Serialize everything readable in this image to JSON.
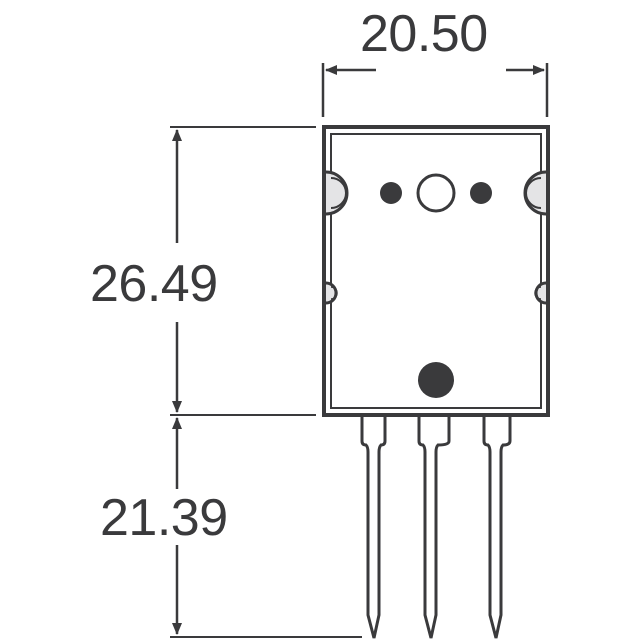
{
  "drawing": {
    "type": "package outline drawing",
    "units": "mm",
    "stroke_color": "#3a3a3c",
    "tab_fill_color": "#e4e4e6",
    "background_color": "#ffffff",
    "lead_count": 3
  },
  "dimensions": {
    "width": {
      "label": "20.50",
      "value": 20.5,
      "orientation": "horizontal"
    },
    "body_height": {
      "label": "26.49",
      "value": 26.49,
      "orientation": "vertical"
    },
    "lead_length": {
      "label": "21.39",
      "value": 21.39,
      "orientation": "vertical"
    }
  }
}
